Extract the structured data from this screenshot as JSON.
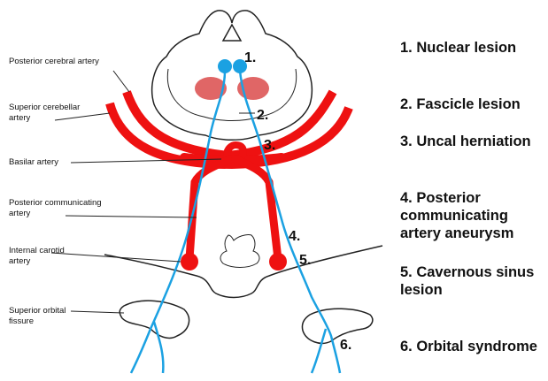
{
  "colors": {
    "artery": "#ee1111",
    "nerve": "#1ba1e2",
    "lesion": "#e06666",
    "outline": "#222222",
    "text": "#111111"
  },
  "anatomy_labels": {
    "posterior_cerebral": "Posterior cerebral artery",
    "superior_cerebellar": "Superior cerebellar\nartery",
    "basilar": "Basilar artery",
    "posterior_communicating": "Posterior communicating\nartery",
    "internal_carotid": "Internal carotid\nartery",
    "superior_orbital_fissure": "Superior orbital\nfissure"
  },
  "diagram_numbers": {
    "n1": "1.",
    "n2": "2.",
    "n3": "3.",
    "n4": "4.",
    "n5": "5.",
    "n6": "6."
  },
  "legend": {
    "item1": "1. Nuclear lesion",
    "item2": "2. Fascicle lesion",
    "item3": "3. Uncal herniation",
    "item4": "4. Posterior\ncommunicating\nartery aneurysm",
    "item5": "5. Cavernous sinus\nlesion",
    "item6": "6. Orbital syndrome"
  }
}
